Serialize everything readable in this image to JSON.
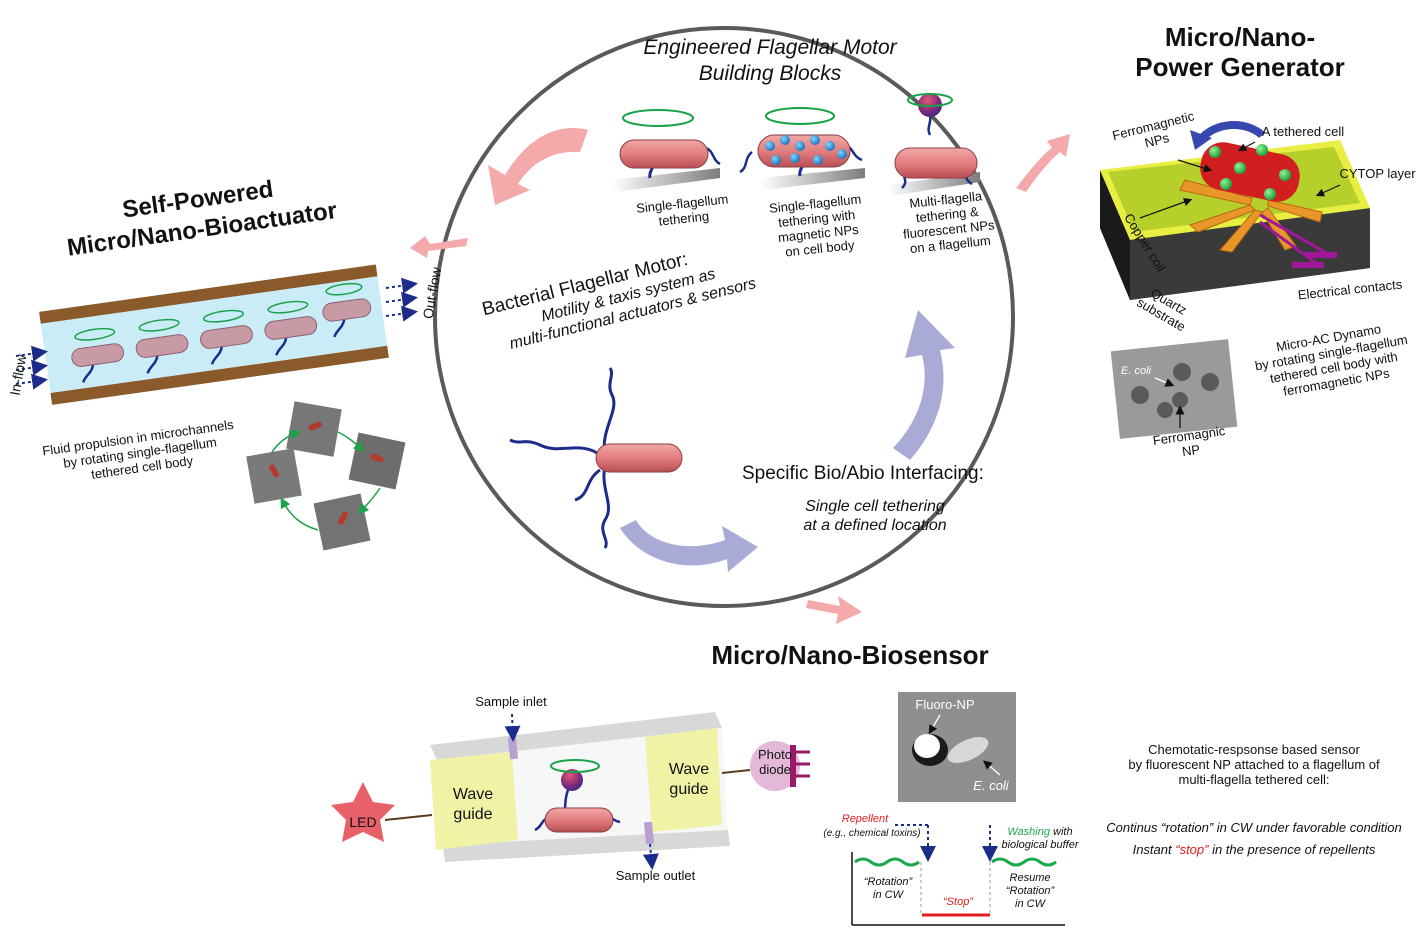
{
  "center": {
    "building_blocks_title": "Engineered Flagellar Motor\nBuilding Blocks",
    "block1": "Single-flagellum\ntethering",
    "block2": "Single-flagellum\ntethering with\nmagnetic NPs\non cell body",
    "block3": "Multi-flagella\ntethering &\nfluorescent NPs\non a flagellum",
    "motor_title": "Bacterial Flagellar Motor:",
    "motor_sub": "Motility & taxis system as\nmulti-functional actuators & sensors",
    "interface_title": "Specific Bio/Abio Interfacing:",
    "interface_sub": "Single cell tethering\nat a defined location"
  },
  "actuator": {
    "title": "Self-Powered\nMicro/Nano-Bioactuator",
    "inflow": "In-flow",
    "outflow": "Out-flow",
    "caption": "Fluid propulsion in microchannels\nby rotating single-flagellum\ntethered cell body"
  },
  "generator": {
    "title": "Micro/Nano-\nPower Generator",
    "ferro_nps": "Ferromagnetic\nNPs",
    "tethered_cell": "A tethered cell",
    "cytop": "CYTOP layer",
    "copper_coil": "Copper coil",
    "quartz": "Quartz\nsubstrate",
    "contacts": "Electrical contacts",
    "ecoli": "E. coli",
    "ferro_np": "Ferromagnic\nNP",
    "dynamo": "Micro-AC Dynamo\nby rotating single-flagellum\ntethered cell body with\nferromagnetic NPs"
  },
  "biosensor": {
    "title": "Micro/Nano-Biosensor",
    "sample_inlet": "Sample inlet",
    "sample_outlet": "Sample outlet",
    "led": "LED",
    "waveguide_left": "Wave\nguide",
    "waveguide_right": "Wave\nguide",
    "photodiode": "Photo\ndiode",
    "fluoro_np": "Fluoro-NP",
    "ecoli": "E. coli",
    "repellent": "Repellent",
    "repellent_sub": "(e.g., chemical toxins)",
    "washing": "Washing",
    "washing_rest": " with\nbiological buffer",
    "rotation_cw": "“Rotation”\nin CW",
    "stop": "“Stop”",
    "resume": "Resume\n“Rotation”\nin CW",
    "caption_main": "Chemotatic-respsonse based sensor\nby fluorescent NP attached to a flagellum of\nmulti-flagella tethered cell:",
    "caption_line1": "Continus “rotation” in CW under favorable condition",
    "caption_line2_a": "Instant ",
    "caption_line2_stop": "“stop”",
    "caption_line2_b": " in the presence of repellents"
  },
  "colors": {
    "cell": "#e07a7a",
    "cell_dark": "#b84e55",
    "flagellum": "#1b2c8a",
    "green_arrow": "#1aa24a",
    "pink_arrow": "#f4a9ab",
    "lavender_arrow": "#a9abd6",
    "waveguide": "#f0f3a6",
    "cytop": "#e9ee43",
    "channel_wall": "#8a5a2b",
    "channel_fluid": "#c9ecf7",
    "repellent_red": "#e21b1b",
    "washing_green": "#19a84a"
  },
  "icons": {
    "led": "star-icon",
    "photodiode": "photodiode-icon",
    "rotation": "circular-arrow-icon"
  }
}
